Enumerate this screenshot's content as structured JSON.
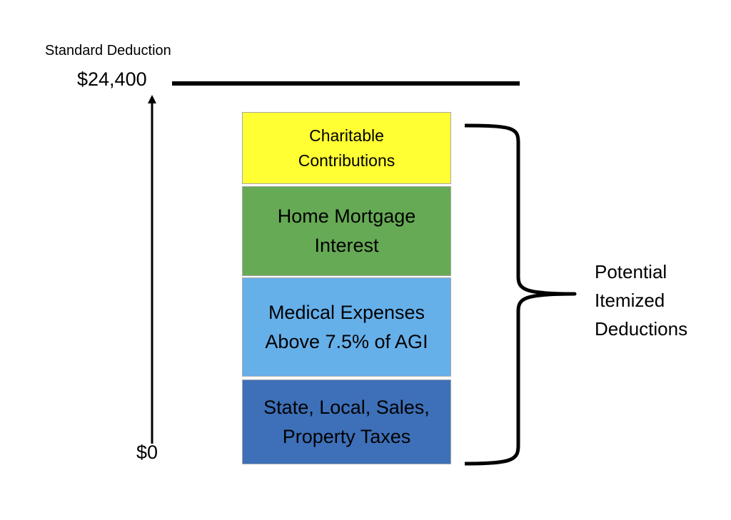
{
  "axis": {
    "top_caption": "Standard Deduction",
    "top_value": "$24,400",
    "bottom_value": "$0"
  },
  "blocks": [
    {
      "line1": "Charitable",
      "line2": "Contributions",
      "color": "#ffff33"
    },
    {
      "line1": "Home Mortgage",
      "line2": "Interest",
      "color": "#66aa55"
    },
    {
      "line1": "Medical Expenses",
      "line2": "Above 7.5% of AGI",
      "color": "#66b0ea"
    },
    {
      "line1": "State, Local, Sales,",
      "line2": "Property Taxes",
      "color": "#3d70b8"
    }
  ],
  "brace_label": {
    "line1": "Potential",
    "line2": "Itemized",
    "line3": "Deductions"
  }
}
